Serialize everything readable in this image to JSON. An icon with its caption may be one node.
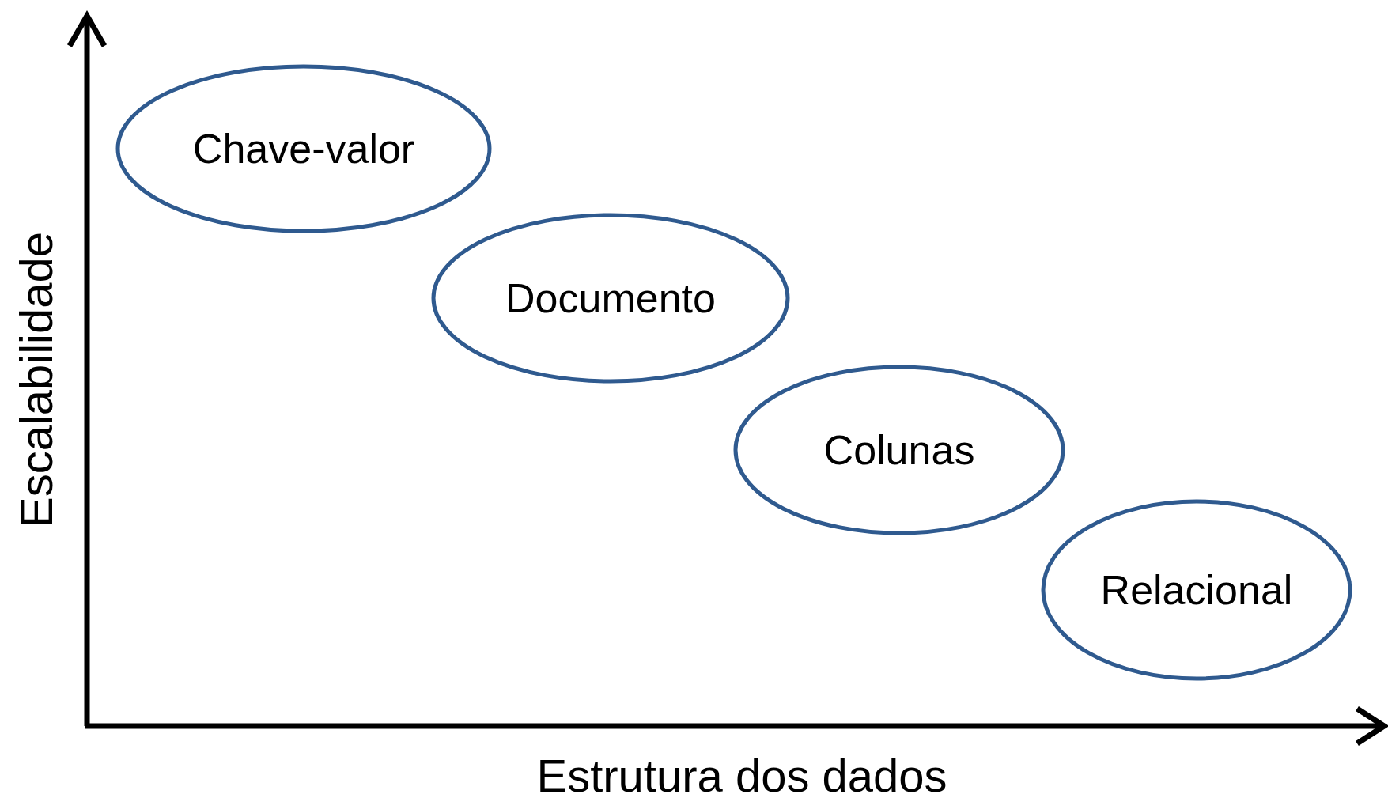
{
  "diagram": {
    "nodes": [
      {
        "text": [
          "Chave-valor"
        ]
      },
      {
        "text": [
          "Documento"
        ]
      },
      {
        "text": [
          "Colunas"
        ]
      },
      {
        "text": [
          "Relacional"
        ]
      }
    ],
    "labels": [
      "Escalabilidade",
      "Estrutura dos dados"
    ]
  }
}
